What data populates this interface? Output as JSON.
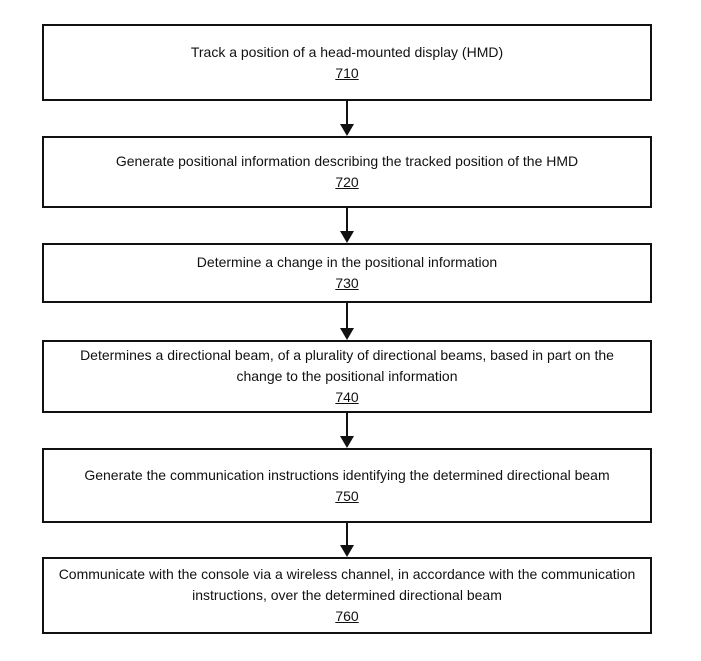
{
  "figure": {
    "type": "flowchart",
    "direction": "top-down",
    "description": "Patent-style method flowchart of six sequential steps connected by downward arrows"
  },
  "colors": {
    "line": "#111111",
    "background": "#ffffff"
  },
  "steps": [
    {
      "text": "Track a position of a head-mounted display (HMD)",
      "number": "710"
    },
    {
      "text": "Generate positional information describing the tracked position of the HMD",
      "number": "720"
    },
    {
      "text": "Determine a change in the positional information",
      "number": "730"
    },
    {
      "text": "Determines a directional beam, of a plurality of directional beams, based in part on the change to the positional information",
      "number": "740"
    },
    {
      "text": "Generate the communication instructions identifying the determined directional beam",
      "number": "750"
    },
    {
      "text": "Communicate with the console via a wireless channel, in accordance with the communication instructions, over the determined directional beam",
      "number": "760"
    }
  ]
}
